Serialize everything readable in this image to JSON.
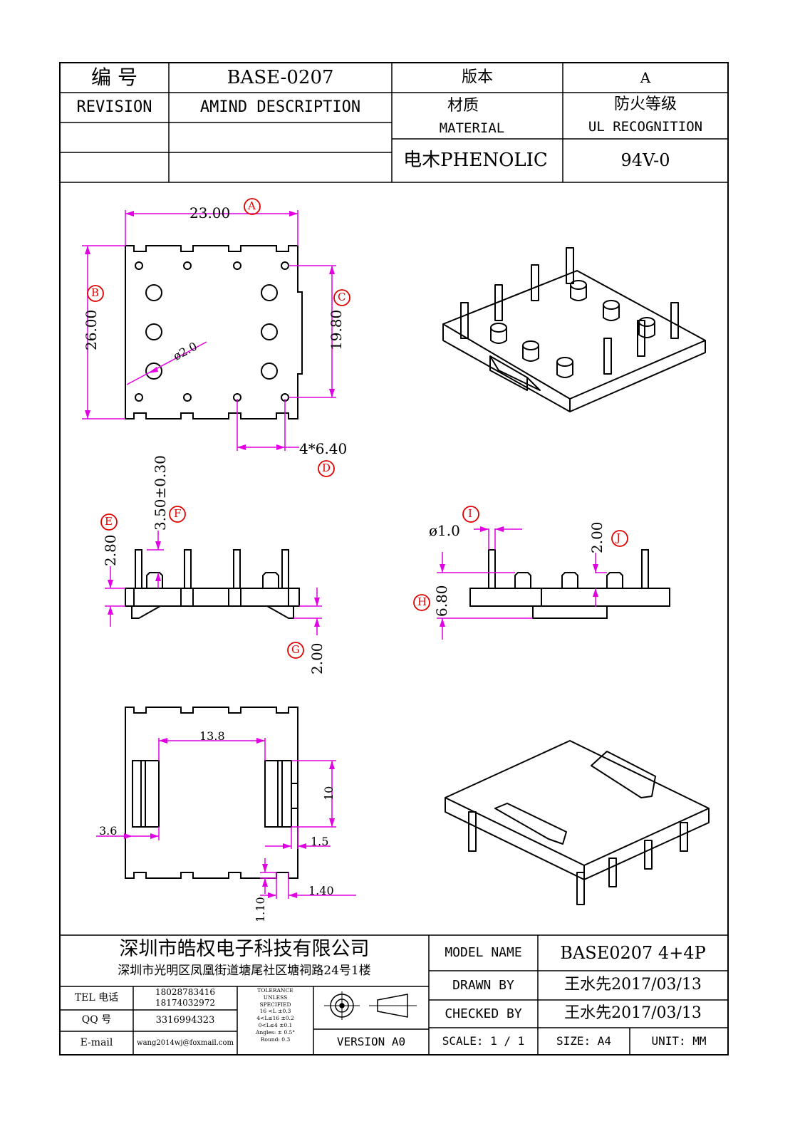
{
  "header": {
    "number_label": "编   号",
    "part_number": "BASE-0207",
    "version_label": "版本",
    "version_value": "A",
    "revision_label": "REVISION",
    "amind_label": "AMIND DESCRIPTION",
    "material_label_cn": "材质",
    "material_label_en": "MATERIAL",
    "ul_label_cn": "防火等级",
    "ul_label_en": "UL RECOGNITION",
    "material_value": "电木PHENOLIC",
    "ul_value": "94V-0"
  },
  "dimensions": {
    "A": "23.00",
    "B": "26.00",
    "C": "19.80",
    "D": "4*6.40",
    "hole": "ø2.0",
    "E": "2.80",
    "F": "3.50±0.30",
    "G": "2.00",
    "I": "ø1.0",
    "J": "2.00",
    "H": "6.80",
    "bottom_width": "13.8",
    "bottom_height": "10",
    "bottom_left": "3.6",
    "bottom_slot": "1.5",
    "bottom_notch_w": "1.40",
    "bottom_notch_h": "1.10"
  },
  "markers": [
    "A",
    "B",
    "C",
    "D",
    "E",
    "F",
    "G",
    "H",
    "I",
    "J"
  ],
  "footer": {
    "company": "深圳市皓权电子科技有限公司",
    "address": "深圳市光明区凤凰街道塘尾社区塘祠路24号1楼",
    "tel_label": "TEL 电话",
    "tel_values": [
      "18028783416",
      "18174032972"
    ],
    "qq_label": "QQ   号",
    "qq_value": "3316994323",
    "email_label": "E-mail",
    "email_value": "wang2014wj@foxmail.com",
    "tolerance_title": "TOLERANCE",
    "tolerance_lines": [
      "UNLESS",
      "SPECIFIED",
      "16 <L        ±0.3",
      "4<L≤16      ±0.2",
      "0<L≤4        ±0.1",
      "Angles: ± 0.5°",
      "Round: 0.3"
    ],
    "version_block": "VERSION A0",
    "model_label": "MODEL NAME",
    "model_value": "BASE0207 4+4P",
    "drawn_label": "DRAWN BY",
    "drawn_value": "王水先2017/03/13",
    "checked_label": "CHECKED BY",
    "checked_value": "王水先2017/03/13",
    "scale_label": "SCALE:  1 / 1",
    "size_label": "SIZE: A4",
    "unit_label": "UNIT: MM"
  },
  "colors": {
    "dimension": "#e100e1",
    "marker": "#e00000",
    "line": "#000000"
  }
}
